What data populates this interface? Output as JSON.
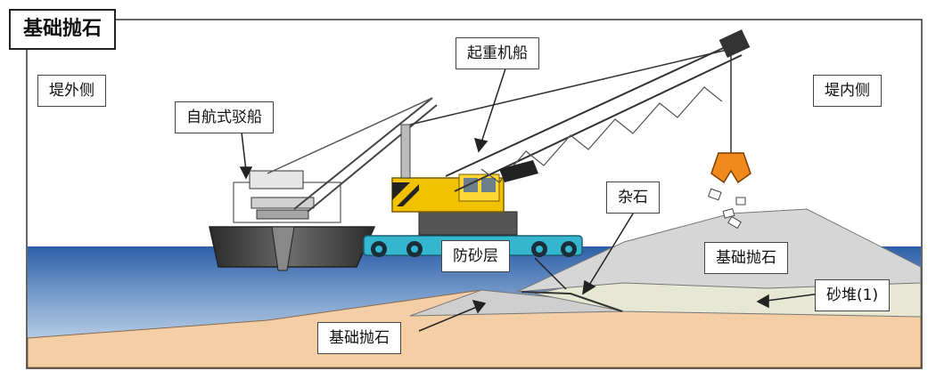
{
  "title": "基础抛石",
  "labels": {
    "seaside": "堤外侧",
    "landside": "堤内侧",
    "barge": "自航式驳船",
    "crane": "起重机船",
    "rubble": "杂石",
    "sandproof": "防砂层",
    "foundation_upper": "基础抛石",
    "foundation_lower": "基础抛石",
    "sand_pile": "砂堆(1)"
  },
  "colors": {
    "sea_top": "#2e5fa8",
    "sea_bottom": "#cfe0ee",
    "seabed": "#f4cfa6",
    "rock_mound": "#d8d8d8",
    "sand_layer": "#e6e8d4",
    "crane_yellow": "#f2c200",
    "boom_white": "#ffffff",
    "pontoon_cyan": "#35b6cf",
    "barge_hull": "#4a4a4a"
  }
}
